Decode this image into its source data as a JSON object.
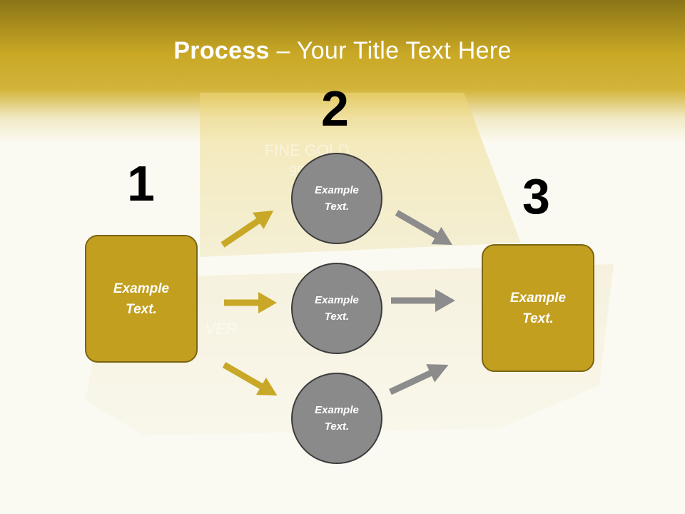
{
  "slide": {
    "title_bold": "Process",
    "title_sep": " – ",
    "title_rest": "Your Title Text Here"
  },
  "steps": {
    "n1": "1",
    "n2": "2",
    "n3": "3"
  },
  "nodes": {
    "left_box": "Example Text.",
    "circle_top": "Example Text.",
    "circle_middle": "Example Text.",
    "circle_bottom": "Example Text.",
    "right_box": "Example Text."
  },
  "background": {
    "bar_text_1": "FINE GOLD",
    "bar_text_2": "999.9",
    "bar_text_3": "VER"
  },
  "colors": {
    "accent_gold": "#c29f1f",
    "gold_border": "#7a6512",
    "circle_gray": "#8a8a8a",
    "arrow_gold": "#c8a826",
    "arrow_gray": "#8c8c8c"
  }
}
